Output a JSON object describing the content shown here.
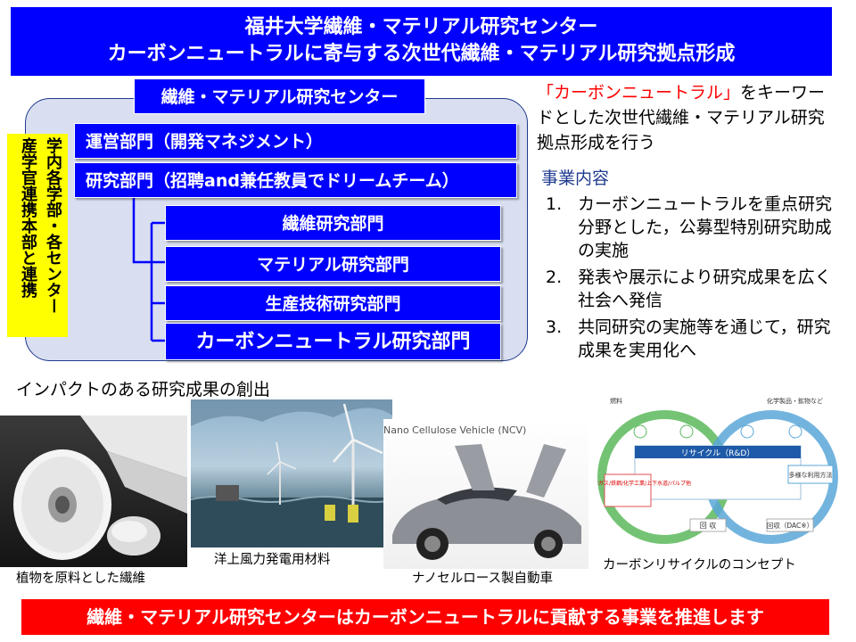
{
  "header": {
    "line1": "福井大学繊維・マテリアル研究センター",
    "line2": "カーボンニュートラルに寄与する次世代繊維・マテリアル研究拠点形成"
  },
  "center": {
    "title": "繊維・マテリアル研究センター",
    "liaison_col1": "学内各学部・各センター",
    "liaison_col2": "産学官連携本部と連携",
    "ops": "運営部門（開発マネジメント）",
    "research": "研究部門（招聘and兼任教員でドリームチーム）",
    "subdepts": [
      "繊維研究部門",
      "マテリアル研究部門",
      "生産技術研究部門",
      "カーボンニュートラル研究部門"
    ]
  },
  "intro": {
    "keyword": "「カーボンニュートラル」",
    "rest": "をキーワードとした次世代繊維・マテリアル研究拠点形成を行う"
  },
  "business": {
    "title": "事業内容",
    "items": [
      {
        "num": "1.",
        "text": "カーボンニュートラルを重点研究分野とした，公募型特別研究助成の実施"
      },
      {
        "num": "2.",
        "text": "発表や展示により研究成果を広く社会へ発信"
      },
      {
        "num": "3.",
        "text": "共同研究の実施等を通じて，研究成果を実用化へ"
      }
    ]
  },
  "impact": "インパクトのある研究成果の創出",
  "photos": {
    "fiber_caption": "植物を原料とした繊維",
    "wind_caption": "洋上風力発電用材料",
    "car_caption": "ナノセルロース製自動車",
    "car_label": "Nano Cellulose Vehicle (NCV)",
    "cycle_caption": "カーボンリサイクルのコンセプト",
    "cycle": {
      "recycle": "リサイクル（R&D）",
      "multi": "多様な利用方法",
      "recovery": "回 収",
      "dac": "回収（DAC※）",
      "left_box": "火力発電/都市ガス/鉄鋼/化学工業/上下水道/パルプ他",
      "fuel": "燃料",
      "chem": "化学製品・鉱物など"
    }
  },
  "footer": "繊維・マテリアル研究センターはカーボンニュートラルに貢献する事業を推進します",
  "colors": {
    "primary_blue": "#0000ff",
    "light_panel": "#d9dff0",
    "accent_red": "#ff0000",
    "highlight_yellow": "#ffff00"
  }
}
